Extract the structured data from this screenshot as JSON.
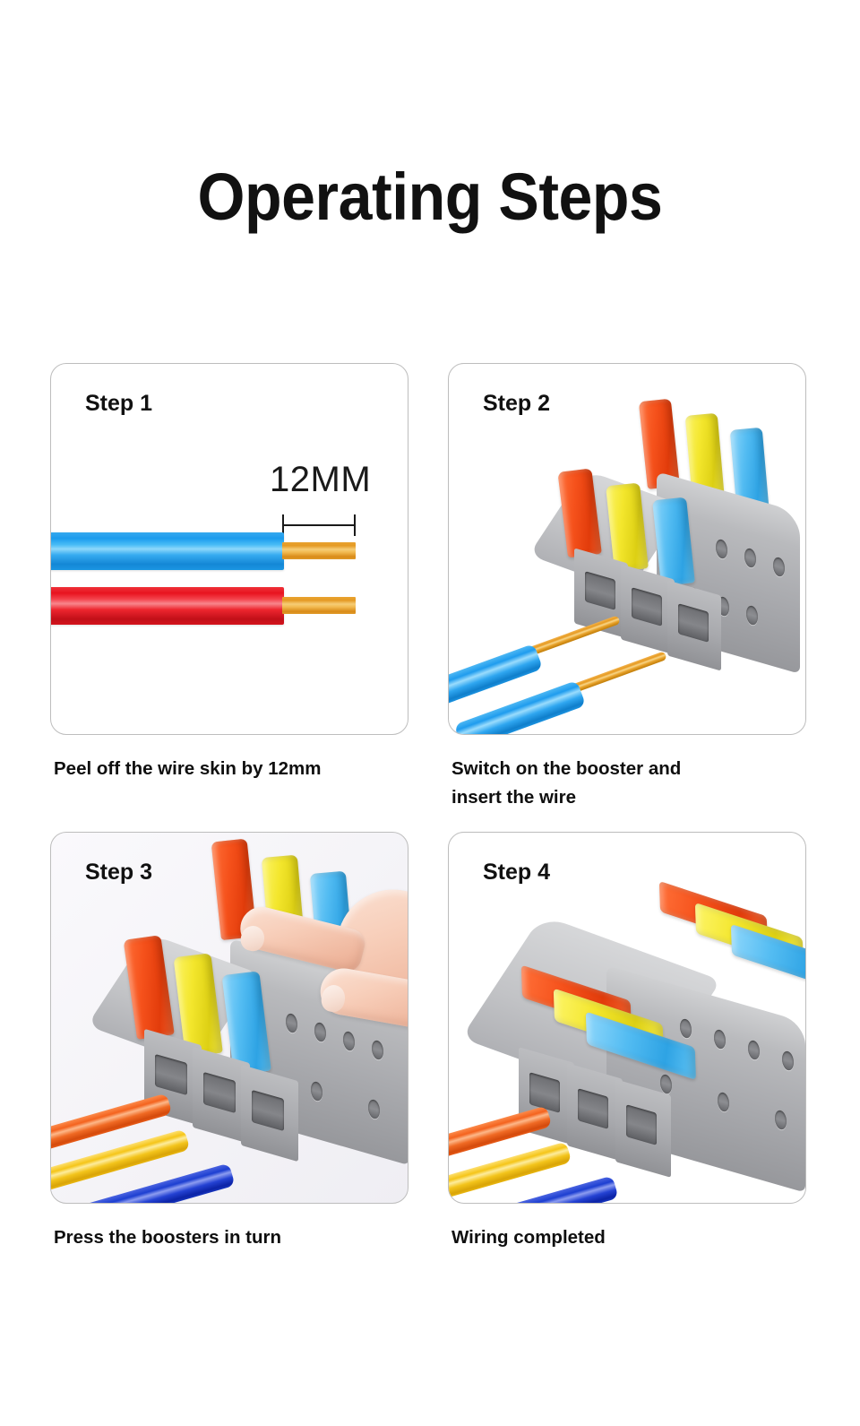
{
  "page": {
    "title": "Operating Steps",
    "background_color": "#ffffff"
  },
  "colors": {
    "title_text": "#111111",
    "card_border": "#bdbdbd",
    "caption_text": "#0f0f0f",
    "wire_blue": "#1a9ded",
    "wire_red": "#ec1c24",
    "wire_copper": "#e9a22f",
    "wire_orange": "#f4631e",
    "wire_yellow": "#f5c518",
    "wire_dark_blue": "#1d3fd1",
    "lever_orange": "#f0501e",
    "lever_yellow": "#f3e62c",
    "lever_blue": "#4fbaf0",
    "connector_gray": "#a9aaae"
  },
  "steps": [
    {
      "label": "Step 1",
      "caption_lines": [
        "Peel off the wire skin by 12mm"
      ],
      "dimension_label": "12MM",
      "illustration": "two-wires-stripped",
      "wires": [
        {
          "jacket_color": "blue",
          "conductor_color": "copper"
        },
        {
          "jacket_color": "red",
          "conductor_color": "copper"
        }
      ]
    },
    {
      "label": "Step 2",
      "caption_lines": [
        "Switch on the booster and",
        "insert the wire"
      ],
      "illustration": "connector-levers-open-wires-inserting",
      "lever_colors": [
        "orange",
        "yellow",
        "blue"
      ],
      "wires": [
        {
          "jacket_color": "blue",
          "conductor_color": "copper"
        },
        {
          "jacket_color": "blue",
          "conductor_color": "copper"
        }
      ]
    },
    {
      "label": "Step 3",
      "caption_lines": [
        "Press the boosters in turn"
      ],
      "illustration": "hand-pressing-levers",
      "lever_colors": [
        "orange",
        "yellow",
        "blue"
      ],
      "wires": [
        {
          "jacket_color": "orange"
        },
        {
          "jacket_color": "yellow"
        },
        {
          "jacket_color": "dark-blue"
        }
      ]
    },
    {
      "label": "Step 4",
      "caption_lines": [
        "Wiring completed"
      ],
      "illustration": "connector-levers-closed-wired",
      "lever_colors": [
        "orange",
        "yellow",
        "blue"
      ],
      "wires": [
        {
          "jacket_color": "orange"
        },
        {
          "jacket_color": "yellow"
        },
        {
          "jacket_color": "dark-blue"
        }
      ]
    }
  ]
}
